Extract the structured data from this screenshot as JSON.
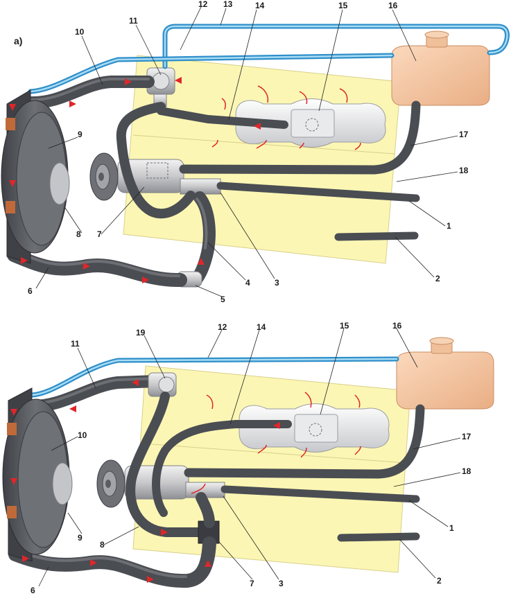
{
  "panels": [
    {
      "id": "a",
      "label": "а)",
      "callouts": [
        "1",
        "2",
        "3",
        "4",
        "5",
        "6",
        "7",
        "8",
        "9",
        "10",
        "11",
        "12",
        "13",
        "14",
        "15",
        "16",
        "17",
        "18"
      ]
    },
    {
      "id": "b",
      "label": "",
      "callouts": [
        "1",
        "2",
        "3",
        "6",
        "7",
        "8",
        "9",
        "10",
        "11",
        "12",
        "14",
        "15",
        "16",
        "17",
        "18",
        "19"
      ]
    }
  ],
  "colors": {
    "engine_block": "#fbf6b4",
    "hose": "#4a4d52",
    "expansion_line": "#2f8fc9",
    "tank": "#f5c9a4",
    "flow_arrow": "#e0262a",
    "radiator": "#5e6166"
  }
}
